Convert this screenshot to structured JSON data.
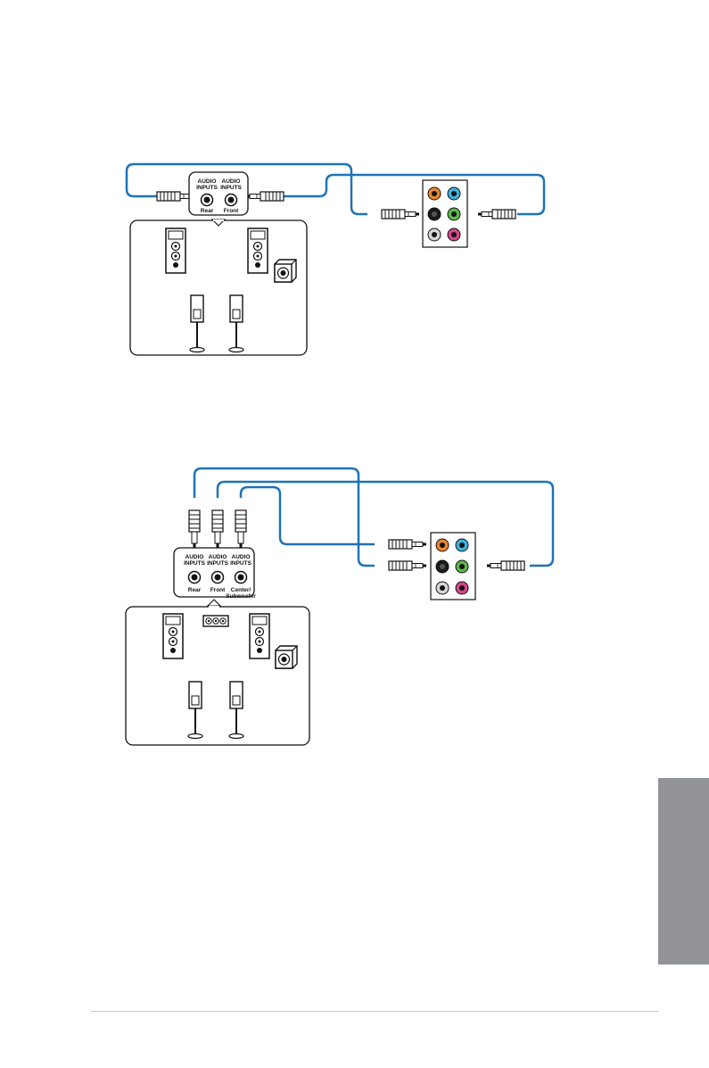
{
  "diagram1": {
    "labels": [
      [
        "AUDIO",
        "INPUTS",
        "Rear"
      ],
      [
        "AUDIO",
        "INPUTS",
        "Front"
      ]
    ]
  },
  "diagram2": {
    "labels": [
      [
        "AUDIO",
        "INPUTS",
        "Rear"
      ],
      [
        "AUDIO",
        "INPUTS",
        "Front"
      ],
      [
        "AUDIO",
        "INPUTS",
        "Center/",
        "Subwoofer"
      ]
    ]
  },
  "colors": {
    "cable": "#1e73b6",
    "panel_orange": "#e8882d",
    "panel_lightblue": "#3eb1e0",
    "panel_black": "#1a1a1a",
    "panel_green": "#5bb94b",
    "panel_gray": "#d6d6d6",
    "panel_pink": "#d6468c",
    "side_tab": "#929497"
  }
}
